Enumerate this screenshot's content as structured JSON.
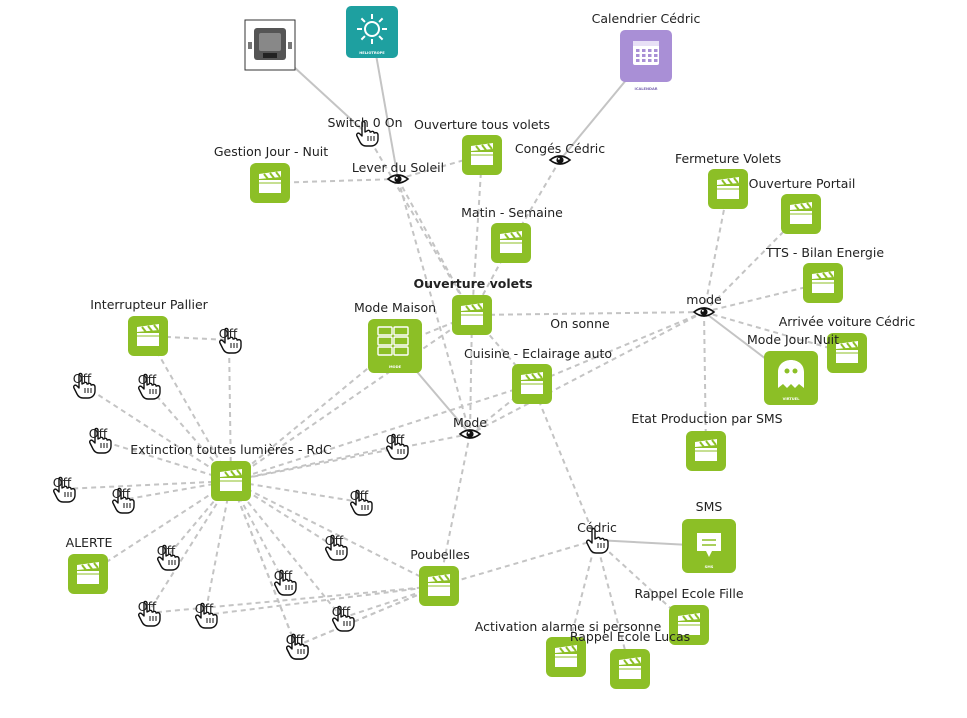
{
  "colors": {
    "scenario": "#8cbf26",
    "edge": "#c4c4c4",
    "teal": "#1ea0a0",
    "calendar": "#a98fd6",
    "sms": "#8cbf26",
    "virtual": "#8cbf26",
    "text": "#222222"
  },
  "nodes": [
    {
      "id": "device-photo",
      "type": "photo",
      "label": ""
    },
    {
      "id": "heliotrope",
      "type": "teal",
      "label": "",
      "caption": "HELIOTROPE"
    },
    {
      "id": "calendrier",
      "type": "calendar",
      "label": "Calendrier Cédric",
      "caption": "ICALENDAR"
    },
    {
      "id": "switch0",
      "type": "hand",
      "label": "Switch 0 On"
    },
    {
      "id": "ouverture-tous",
      "type": "scenario",
      "label": "Ouverture tous volets"
    },
    {
      "id": "conges",
      "type": "eye",
      "label": "Congés Cédric"
    },
    {
      "id": "gestion-jour-nuit",
      "type": "scenario",
      "label": "Gestion Jour - Nuit"
    },
    {
      "id": "lever-soleil",
      "type": "eye",
      "label": "Lever du Soleil"
    },
    {
      "id": "fermeture-volets",
      "type": "scenario",
      "label": "Fermeture Volets"
    },
    {
      "id": "ouverture-portail",
      "type": "scenario",
      "label": "Ouverture Portail"
    },
    {
      "id": "matin-semaine",
      "type": "scenario",
      "label": "Matin - Semaine"
    },
    {
      "id": "tts-bilan",
      "type": "scenario",
      "label": "TTS - Bilan Energie"
    },
    {
      "id": "ouverture-volets",
      "type": "scenario",
      "label": "Ouverture volets",
      "bold": true
    },
    {
      "id": "mode-right",
      "type": "eye",
      "label": "mode"
    },
    {
      "id": "interrupteur-pallier",
      "type": "scenario",
      "label": "Interrupteur Pallier"
    },
    {
      "id": "mode-maison",
      "type": "modes",
      "label": "Mode Maison",
      "caption": "MODE"
    },
    {
      "id": "on-sonne",
      "type": "none",
      "label": "On sonne"
    },
    {
      "id": "arrivee-voiture",
      "type": "scenario",
      "label": "Arrivée voiture Cédric"
    },
    {
      "id": "mode-jour-nuit",
      "type": "virtual",
      "label": "Mode Jour Nuit",
      "caption": "VIRTUEL"
    },
    {
      "id": "cuisine",
      "type": "scenario",
      "label": "Cuisine - Eclairage auto"
    },
    {
      "id": "mode-center",
      "type": "eye",
      "label": "Mode"
    },
    {
      "id": "etat-production",
      "type": "scenario",
      "label": "Etat Production par SMS"
    },
    {
      "id": "extinction",
      "type": "scenario",
      "label": "Extinction toutes lumières - RdC"
    },
    {
      "id": "sms",
      "type": "sms",
      "label": "SMS",
      "caption": "SMS"
    },
    {
      "id": "cedric",
      "type": "hand",
      "label": "Cédric"
    },
    {
      "id": "alerte",
      "type": "scenario",
      "label": "ALERTE"
    },
    {
      "id": "poubelles",
      "type": "scenario",
      "label": "Poubelles"
    },
    {
      "id": "rappel-fille",
      "type": "scenario",
      "label": "Rappel Ecole Fille"
    },
    {
      "id": "activation-alarme",
      "type": "scenario",
      "label": "Activation alarme si personne"
    },
    {
      "id": "rappel-lucas",
      "type": "scenario",
      "label": "Rappel Ecole Lucas"
    },
    {
      "id": "off-1",
      "type": "hand",
      "label": "Off"
    },
    {
      "id": "off-2",
      "type": "hand",
      "label": "Off"
    },
    {
      "id": "off-3",
      "type": "hand",
      "label": "Off"
    },
    {
      "id": "off-4",
      "type": "hand",
      "label": "Off"
    },
    {
      "id": "off-5",
      "type": "hand",
      "label": "Off"
    },
    {
      "id": "off-6",
      "type": "hand",
      "label": "Off"
    },
    {
      "id": "off-7",
      "type": "hand",
      "label": "Off"
    },
    {
      "id": "off-8",
      "type": "hand",
      "label": "Off"
    },
    {
      "id": "off-9",
      "type": "hand",
      "label": "Off"
    },
    {
      "id": "off-10",
      "type": "hand",
      "label": "Off"
    },
    {
      "id": "off-11",
      "type": "hand",
      "label": "Off"
    },
    {
      "id": "off-12",
      "type": "hand",
      "label": "Off"
    },
    {
      "id": "off-13",
      "type": "hand",
      "label": "Off"
    },
    {
      "id": "off-14",
      "type": "hand",
      "label": "Off"
    },
    {
      "id": "off-15",
      "type": "hand",
      "label": "Off"
    },
    {
      "id": "off-16",
      "type": "hand",
      "label": "Off"
    }
  ],
  "edges": [
    [
      "device-photo",
      "switch0",
      "solid"
    ],
    [
      "switch0",
      "ouverture-volets",
      "dashed"
    ],
    [
      "heliotrope",
      "lever-soleil",
      "solid"
    ],
    [
      "lever-soleil",
      "gestion-jour-nuit",
      "dashed"
    ],
    [
      "lever-soleil",
      "ouverture-tous",
      "dashed"
    ],
    [
      "lever-soleil",
      "ouverture-volets",
      "dashed"
    ],
    [
      "lever-soleil",
      "mode-center",
      "dashed"
    ],
    [
      "calendrier",
      "conges",
      "solid"
    ],
    [
      "conges",
      "matin-semaine",
      "dashed"
    ],
    [
      "ouverture-tous",
      "ouverture-volets",
      "dashed"
    ],
    [
      "matin-semaine",
      "ouverture-volets",
      "dashed"
    ],
    [
      "ouverture-volets",
      "mode-right",
      "dashed"
    ],
    [
      "ouverture-volets",
      "mode-maison",
      "dashed"
    ],
    [
      "ouverture-volets",
      "cuisine",
      "dashed"
    ],
    [
      "ouverture-volets",
      "extinction",
      "dashed"
    ],
    [
      "ouverture-volets",
      "mode-center",
      "dashed"
    ],
    [
      "mode-right",
      "fermeture-volets",
      "dashed"
    ],
    [
      "mode-right",
      "ouverture-portail",
      "dashed"
    ],
    [
      "mode-right",
      "tts-bilan",
      "dashed"
    ],
    [
      "mode-right",
      "arrivee-voiture",
      "dashed"
    ],
    [
      "mode-right",
      "mode-jour-nuit",
      "solid"
    ],
    [
      "mode-right",
      "etat-production",
      "dashed"
    ],
    [
      "mode-right",
      "cuisine",
      "dashed"
    ],
    [
      "mode-right",
      "mode-center",
      "dashed"
    ],
    [
      "mode-maison",
      "mode-center",
      "solid"
    ],
    [
      "mode-maison",
      "extinction",
      "dashed"
    ],
    [
      "mode-center",
      "cuisine",
      "dashed"
    ],
    [
      "mode-center",
      "extinction",
      "dashed"
    ],
    [
      "mode-center",
      "poubelles",
      "dashed"
    ],
    [
      "cuisine",
      "cedric",
      "dashed"
    ],
    [
      "cuisine",
      "extinction",
      "dashed"
    ],
    [
      "cedric",
      "sms",
      "solid"
    ],
    [
      "cedric",
      "rappel-fille",
      "dashed"
    ],
    [
      "cedric",
      "activation-alarme",
      "dashed"
    ],
    [
      "cedric",
      "rappel-lucas",
      "dashed"
    ],
    [
      "cedric",
      "poubelles",
      "dashed"
    ],
    [
      "interrupteur-pallier",
      "off-1",
      "dashed"
    ],
    [
      "off-1",
      "extinction",
      "dashed"
    ],
    [
      "interrupteur-pallier",
      "extinction",
      "dashed"
    ],
    [
      "extinction",
      "off-2",
      "dashed"
    ],
    [
      "extinction",
      "off-3",
      "dashed"
    ],
    [
      "extinction",
      "off-4",
      "dashed"
    ],
    [
      "extinction",
      "off-5",
      "dashed"
    ],
    [
      "extinction",
      "off-6",
      "dashed"
    ],
    [
      "extinction",
      "off-7",
      "dashed"
    ],
    [
      "extinction",
      "off-8",
      "dashed"
    ],
    [
      "extinction",
      "off-9",
      "dashed"
    ],
    [
      "extinction",
      "off-10",
      "dashed"
    ],
    [
      "extinction",
      "off-11",
      "dashed"
    ],
    [
      "extinction",
      "off-12",
      "dashed"
    ],
    [
      "extinction",
      "off-13",
      "dashed"
    ],
    [
      "extinction",
      "off-14",
      "dashed"
    ],
    [
      "extinction",
      "off-15",
      "dashed"
    ],
    [
      "extinction",
      "off-16",
      "dashed"
    ],
    [
      "extinction",
      "alerte",
      "dashed"
    ],
    [
      "extinction",
      "poubelles",
      "dashed"
    ],
    [
      "off-13",
      "poubelles",
      "dashed"
    ],
    [
      "off-14",
      "poubelles",
      "dashed"
    ],
    [
      "off-15",
      "poubelles",
      "dashed"
    ],
    [
      "off-16",
      "poubelles",
      "dashed"
    ],
    [
      "off-12",
      "poubelles",
      "dashed"
    ]
  ]
}
